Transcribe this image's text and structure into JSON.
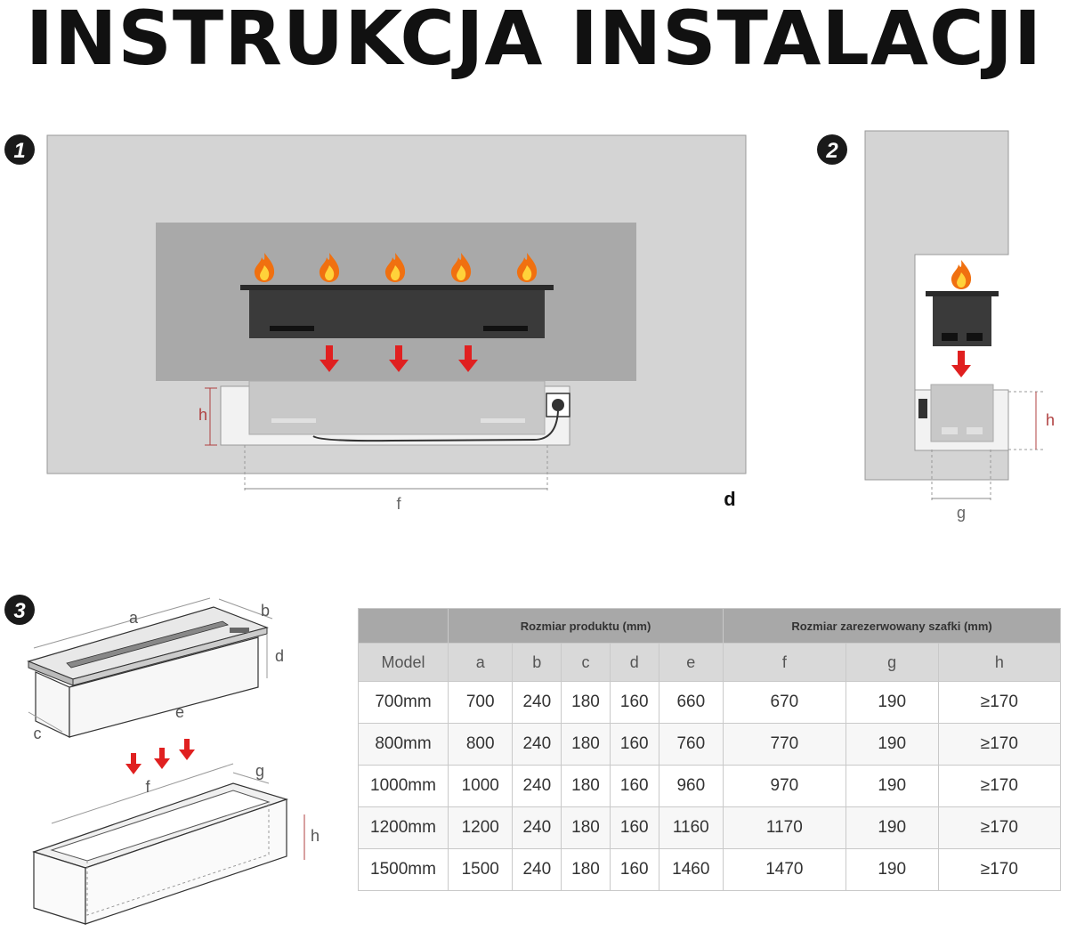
{
  "title": "INSTRUKCJA INSTALACJI",
  "steps": [
    "1",
    "2",
    "3"
  ],
  "labels": {
    "h": "h",
    "f": "f",
    "d": "d",
    "g": "g",
    "a": "a",
    "b": "b",
    "c": "c",
    "e": "e"
  },
  "colors": {
    "wall": "#d4d4d4",
    "panel": "#a9a9a9",
    "burner": "#3a3a3a",
    "arrow": "#e02020",
    "flame_outer": "#f07010",
    "flame_inner": "#ffd23a",
    "header": "#a8a8a8",
    "subheader": "#d9d9d9"
  },
  "table": {
    "group_product": "Rozmiar produktu (mm)",
    "group_cabinet": "Rozmiar zarezerwowany szafki (mm)",
    "columns": [
      "Model",
      "a",
      "b",
      "c",
      "d",
      "e",
      "f",
      "g",
      "h"
    ],
    "rows": [
      [
        "700mm",
        "700",
        "240",
        "180",
        "160",
        "660",
        "670",
        "190",
        "≥170"
      ],
      [
        "800mm",
        "800",
        "240",
        "180",
        "160",
        "760",
        "770",
        "190",
        "≥170"
      ],
      [
        "1000mm",
        "1000",
        "240",
        "180",
        "160",
        "960",
        "970",
        "190",
        "≥170"
      ],
      [
        "1200mm",
        "1200",
        "240",
        "180",
        "160",
        "1160",
        "1170",
        "190",
        "≥170"
      ],
      [
        "1500mm",
        "1500",
        "240",
        "180",
        "160",
        "1460",
        "1470",
        "190",
        "≥170"
      ]
    ]
  }
}
